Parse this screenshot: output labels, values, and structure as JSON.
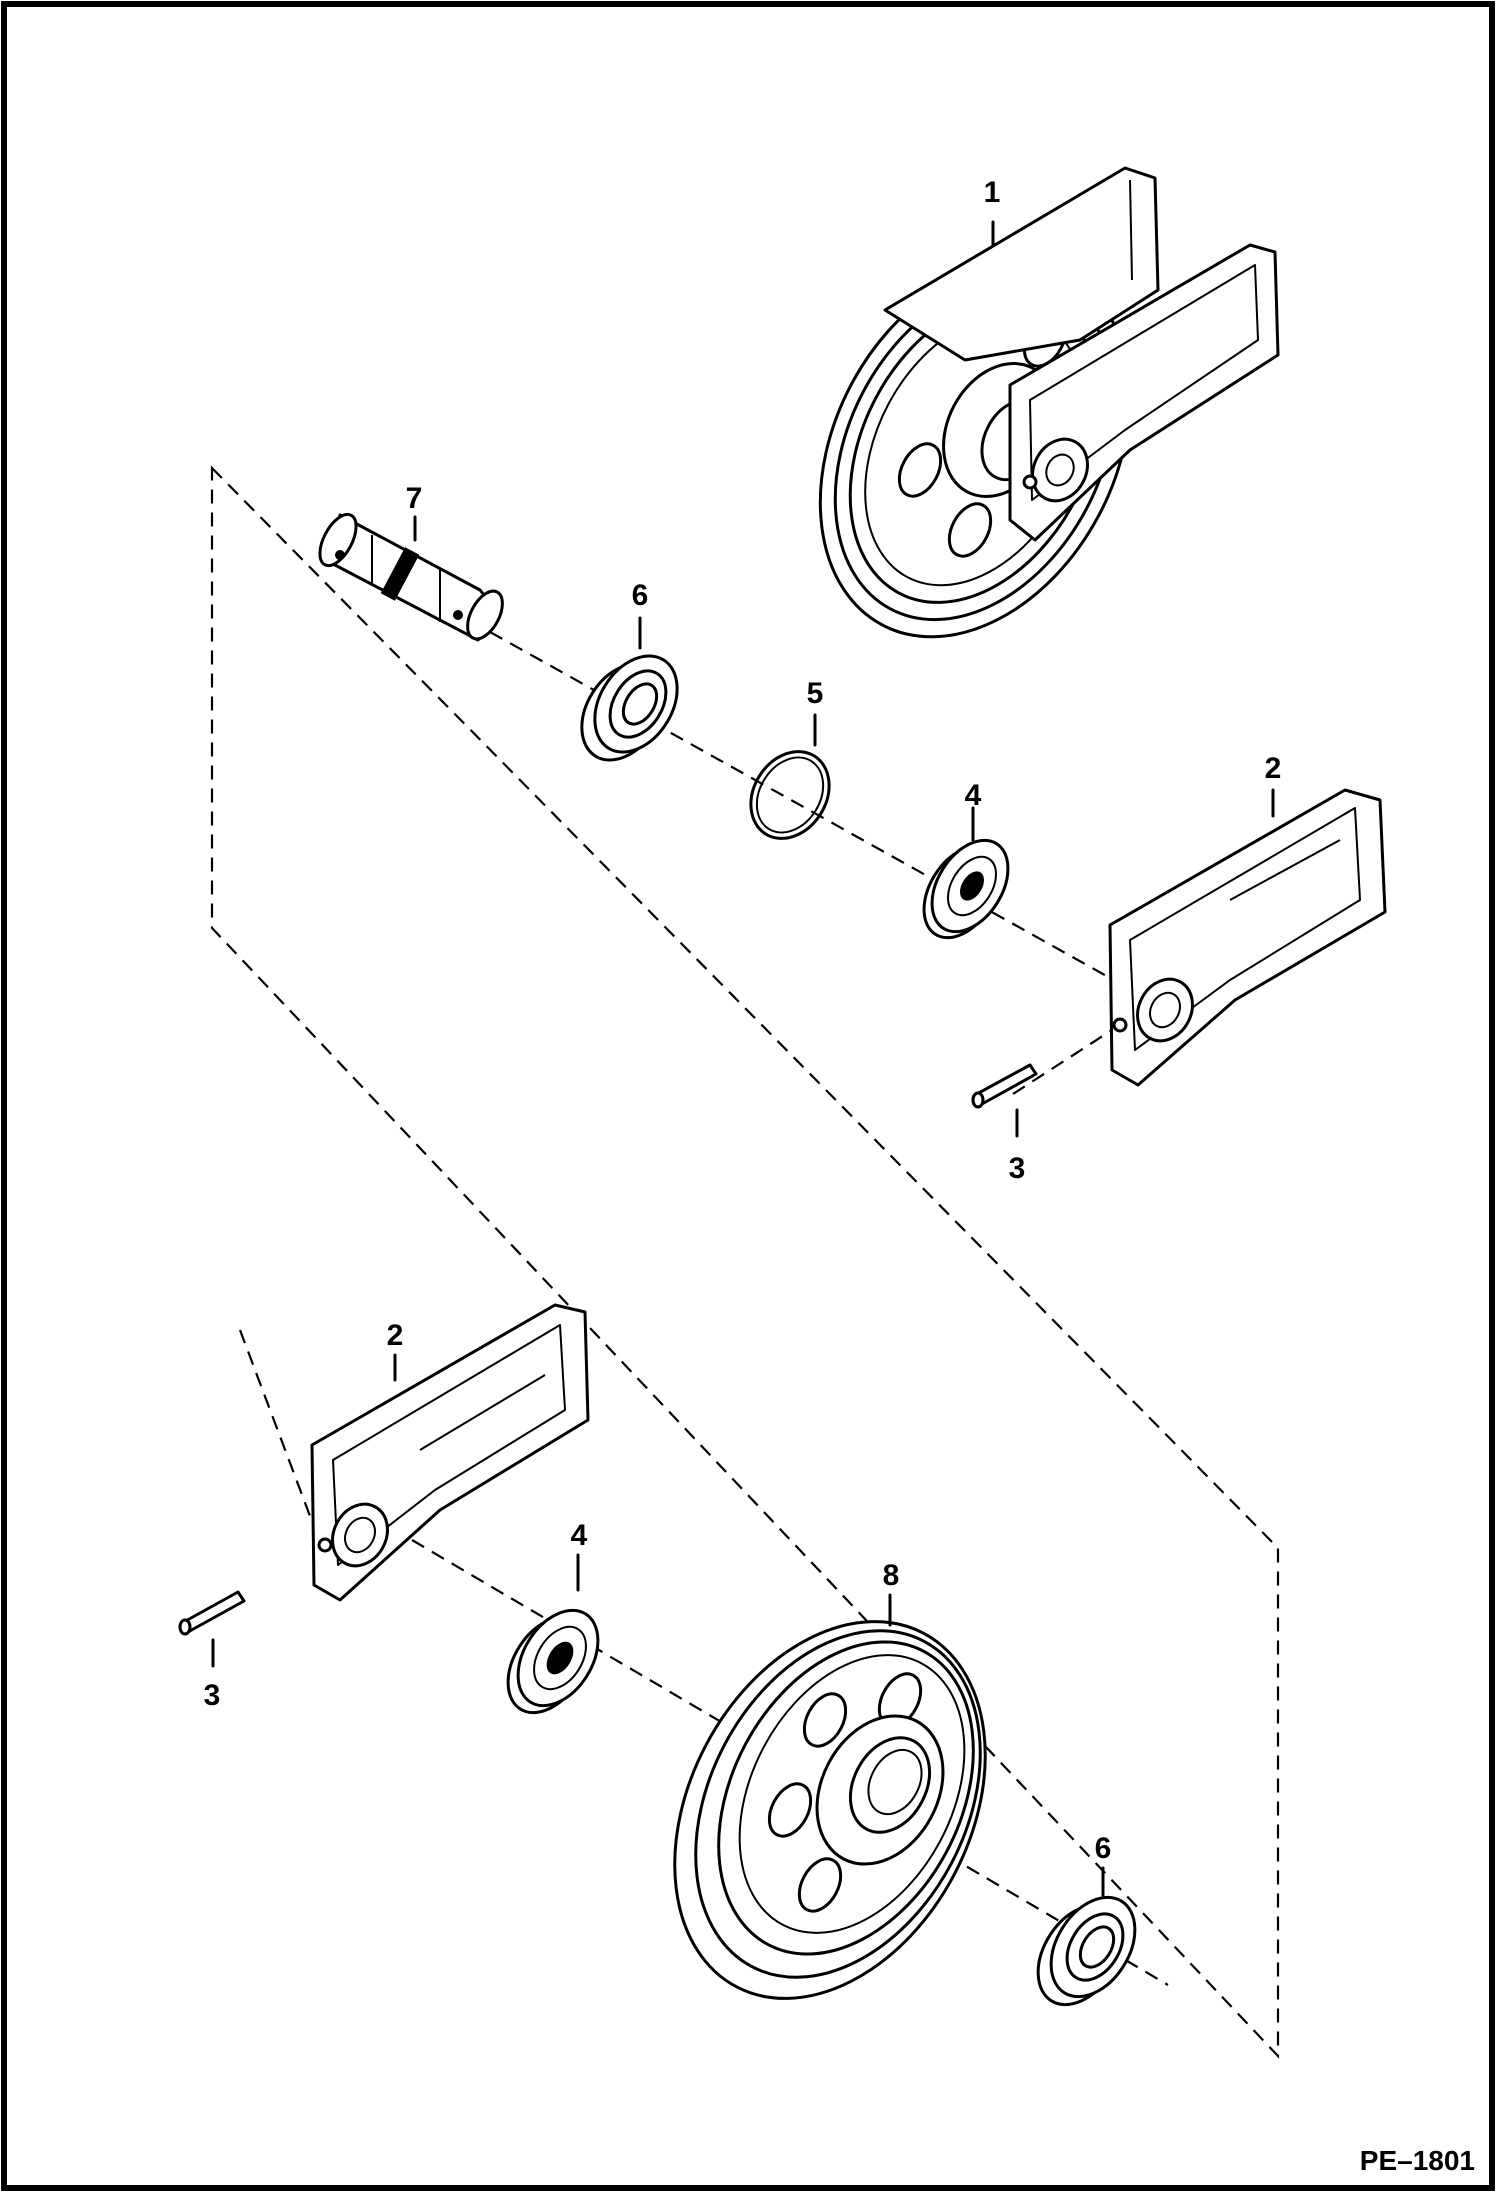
{
  "diagram": {
    "figure_code": "PE–1801",
    "callouts": {
      "idler_assembly": "1",
      "yoke_upper": "2",
      "yoke_lower": "2",
      "pin_upper": "3",
      "pin_lower": "3",
      "washer_upper": "4",
      "washer_lower": "4",
      "ring": "5",
      "seal_upper": "6",
      "seal_lower": "6",
      "shaft": "7",
      "idler_wheel": "8"
    }
  }
}
